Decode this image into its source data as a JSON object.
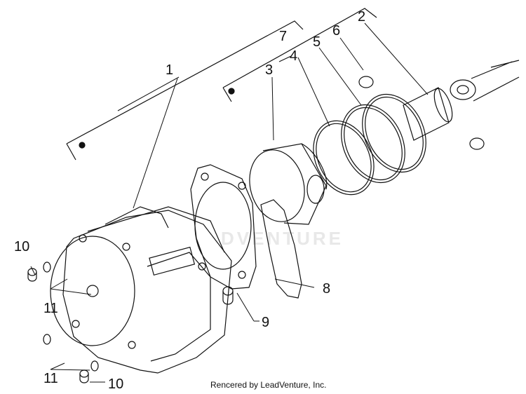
{
  "callouts": {
    "n1": "1",
    "n2": "2",
    "n3": "3",
    "n4": "4",
    "n5": "5",
    "n6": "6",
    "n7": "7",
    "n8": "8",
    "n9": "9",
    "n10a": "10",
    "n10b": "10",
    "n11a": "11",
    "n11b": "11"
  },
  "watermark": "DVENTURE",
  "credit": "Rencered by LeadVenture, Inc.",
  "colors": {
    "line": "#111111",
    "watermark": "#e6e6e6"
  }
}
